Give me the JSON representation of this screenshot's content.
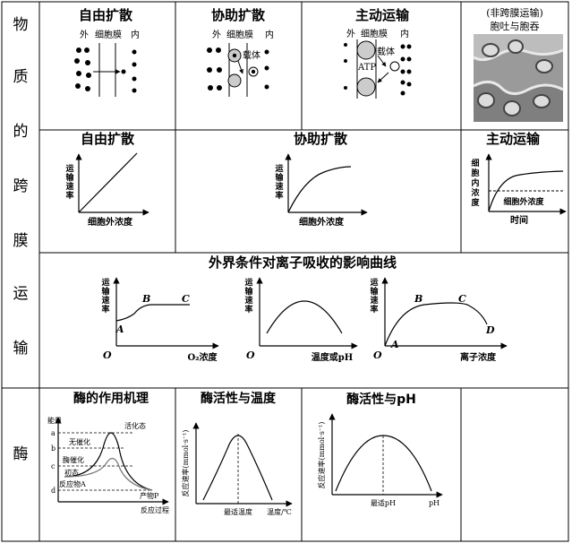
{
  "side_labels": {
    "transport": [
      "物",
      "质",
      "的",
      "跨",
      "膜",
      "运",
      "输"
    ],
    "enzyme": "酶"
  },
  "row1": {
    "free_diffusion": {
      "title": "自由扩散",
      "outside": "外",
      "membrane": "细胞膜",
      "inside": "内"
    },
    "facilitated": {
      "title": "协助扩散",
      "outside": "外",
      "membrane": "细胞膜",
      "inside": "内",
      "carrier": "载体"
    },
    "active": {
      "title": "主动运输",
      "outside": "外",
      "membrane": "细胞膜",
      "inside": "内",
      "carrier": "载体",
      "atp": "ATP"
    },
    "endo_exo": {
      "title_line1": "(非跨膜运输)",
      "title_line2": "胞吐与胞吞"
    }
  },
  "row2": {
    "free_diffusion": {
      "title": "自由扩散",
      "ylabel": [
        "运",
        "输",
        "速",
        "率"
      ],
      "xlabel": "细胞外浓度"
    },
    "facilitated": {
      "title": "协助扩散",
      "ylabel": [
        "运",
        "输",
        "速",
        "率"
      ],
      "xlabel": "细胞外浓度"
    },
    "active": {
      "title": "主动运输",
      "ylabel": [
        "细",
        "胞",
        "内",
        "浓",
        "度"
      ],
      "xlabel": "时间",
      "ref_label": "细胞外浓度"
    }
  },
  "row3": {
    "title": "外界条件对离子吸收的影响曲线",
    "graph_o2": {
      "ylabel": [
        "运",
        "输",
        "速",
        "率"
      ],
      "xlabel": "O₂浓度",
      "origin": "O",
      "points": [
        "A",
        "B",
        "C"
      ]
    },
    "graph_temp": {
      "ylabel": [
        "运",
        "输",
        "速",
        "率"
      ],
      "xlabel": "温度或pH",
      "origin": "O"
    },
    "graph_ion": {
      "ylabel": [
        "运",
        "输",
        "速",
        "率"
      ],
      "xlabel": "离子浓度",
      "origin": "O",
      "points": [
        "A",
        "B",
        "C",
        "D"
      ]
    }
  },
  "row4": {
    "mechanism": {
      "title": "酶的作用机理",
      "ylabel": "能量",
      "level_labels": [
        "a",
        "b",
        "c",
        "d"
      ],
      "labels": {
        "active_state": "活化态",
        "uncatalyzed": "无催化",
        "enzyme_catalyzed": "酶催化",
        "initial": "初态",
        "reactant": "反应物A",
        "product": "产物P",
        "xlabel": "反应过程"
      }
    },
    "temperature": {
      "title": "酶活性与温度",
      "ylabel": "反应速率(mmol·s⁻¹)",
      "optimum": "最适温度",
      "xlabel": "温度/℃"
    },
    "ph": {
      "title": "酶活性与pH",
      "ylabel": "反应速率(mmol·s⁻¹)",
      "optimum": "最适pH",
      "xlabel": "pH"
    }
  }
}
